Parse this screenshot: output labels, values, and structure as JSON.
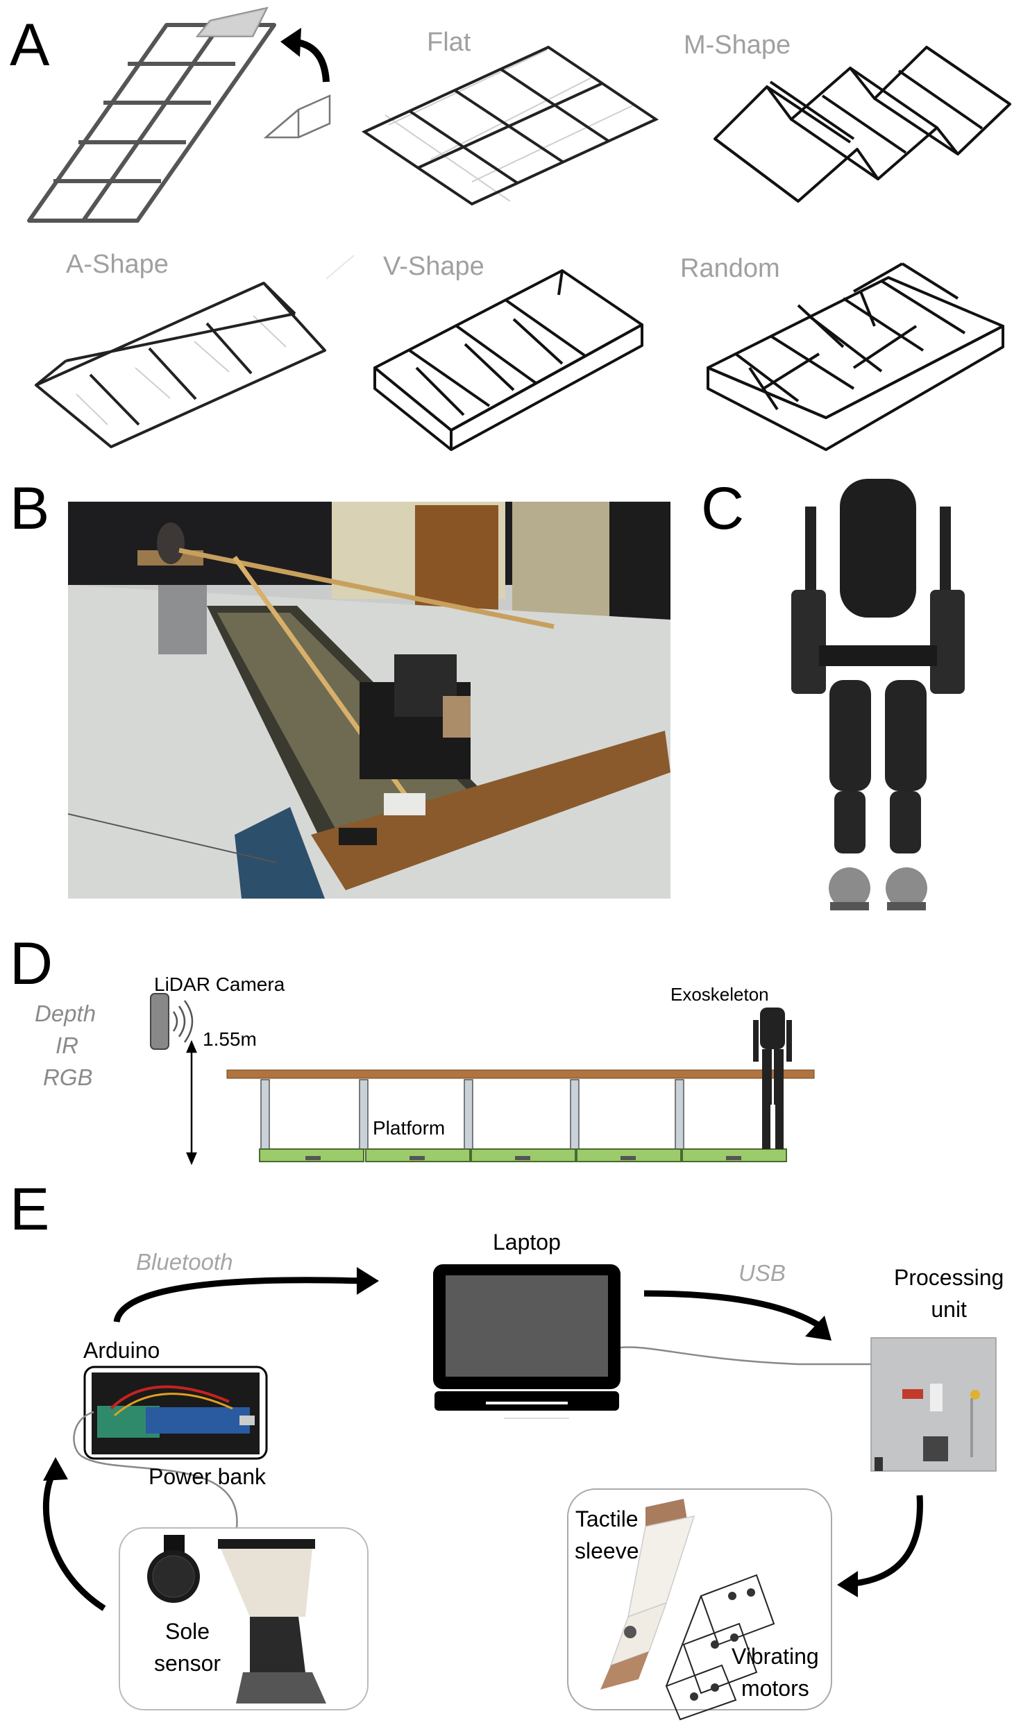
{
  "panels": {
    "a": "A",
    "b": "B",
    "c": "C",
    "d": "D",
    "e": "E"
  },
  "shapes": {
    "flat": "Flat",
    "m_shape": "M-Shape",
    "a_shape": "A-Shape",
    "v_shape": "V-Shape",
    "random": "Random"
  },
  "setup": {
    "lidar": "LiDAR Camera",
    "modes": [
      "Depth",
      "IR",
      "RGB"
    ],
    "height": "1.55m",
    "platform": "Platform",
    "exoskeleton": "Exoskeleton"
  },
  "system": {
    "laptop": "Laptop",
    "bluetooth": "Bluetooth",
    "usb": "USB",
    "arduino": "Arduino",
    "power_bank": "Power bank",
    "processing_unit": "Processing\nunit",
    "sole_sensor": "Sole\nsensor",
    "tactile_sleeve": "Tactile\nsleeve",
    "vibrating_motors": "Vibrating\nmotors"
  },
  "colors": {
    "platform_green": "#9ccb6c",
    "rail_wood": "#b07440",
    "label_grey": "#a0a0a0"
  }
}
